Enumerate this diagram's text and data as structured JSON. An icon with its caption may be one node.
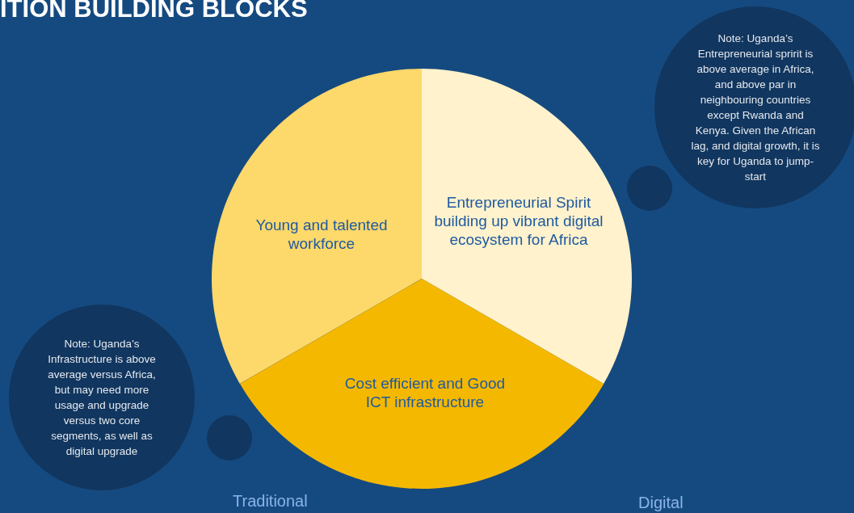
{
  "diagram": {
    "title": "ITION BUILDING BLOCKS",
    "nodes": [
      {
        "text": [
          "Note: Uganda’s Entrepreneurial spririt is above average in Africa, and above par in neighbouring countries except Rwanda and Kenya. Given the African lag, and digital growth, it is key for Uganda to jump-start"
        ]
      },
      {
        "text": [],
        "shape": "circle"
      },
      {
        "text": [
          "Young and talented workforce"
        ]
      },
      {
        "text": [
          "Entrepreneurial Spirit building up vibrant digital ecosystem for Africa"
        ]
      },
      {
        "text": [
          "Cost efficient and Good ICT infrastructure"
        ]
      },
      {
        "text": [
          "Note: Uganda’s Infrastructure is above average versus Africa, but may need  more usage and upgrade versus two core segments, as well as digital upgrade"
        ]
      },
      {
        "text": [],
        "shape": "circle"
      }
    ],
    "edges": [],
    "labels": [
      "Traditional",
      "Digital"
    ]
  }
}
